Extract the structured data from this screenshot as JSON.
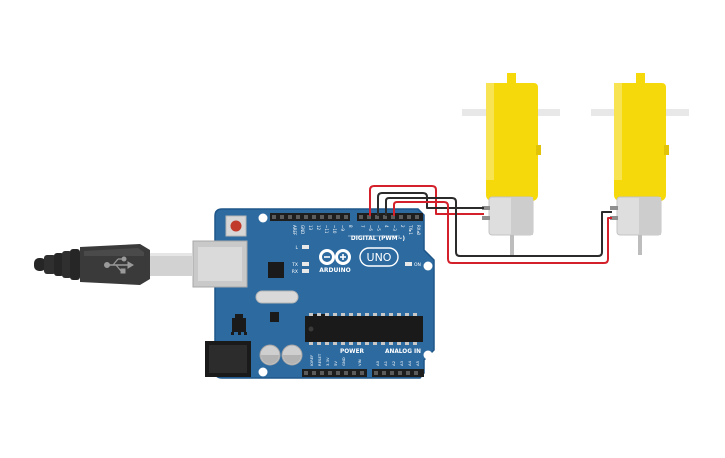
{
  "board": {
    "logo_text": "ARDUINO",
    "model": "UNO",
    "digital_header": "DIGITAL (PWM~)",
    "power_header": "POWER",
    "analog_header": "ANALOG IN",
    "led_l": "L",
    "led_tx": "TX",
    "led_rx": "RX",
    "led_on": "ON",
    "aref": "AREF",
    "gnd": "GND",
    "pin13": "13",
    "pin12": "12",
    "pin11": "~11",
    "pin10": "~10",
    "pin9": "~9",
    "pin8": "8",
    "pin7": "7",
    "pin6": "~6",
    "pin5": "~5",
    "pin4": "4",
    "pin3": "~3",
    "pin2": "2",
    "pin1": "TX▸1",
    "pin0": "RX◂0",
    "ioref": "IOREF",
    "reset": "RESET",
    "v33": "3.3V",
    "v5": "5V",
    "gnd2": "GND",
    "vin": "VIN",
    "a0": "A0",
    "a1": "A1",
    "a2": "A2",
    "a3": "A3",
    "a4": "A4",
    "a5": "A5"
  },
  "colors": {
    "board": "#2c6aa0",
    "board_edge": "#1f5689",
    "motor_yellow": "#f5d90a",
    "wire_red": "#d4202a",
    "wire_black": "#2b2b2b"
  }
}
